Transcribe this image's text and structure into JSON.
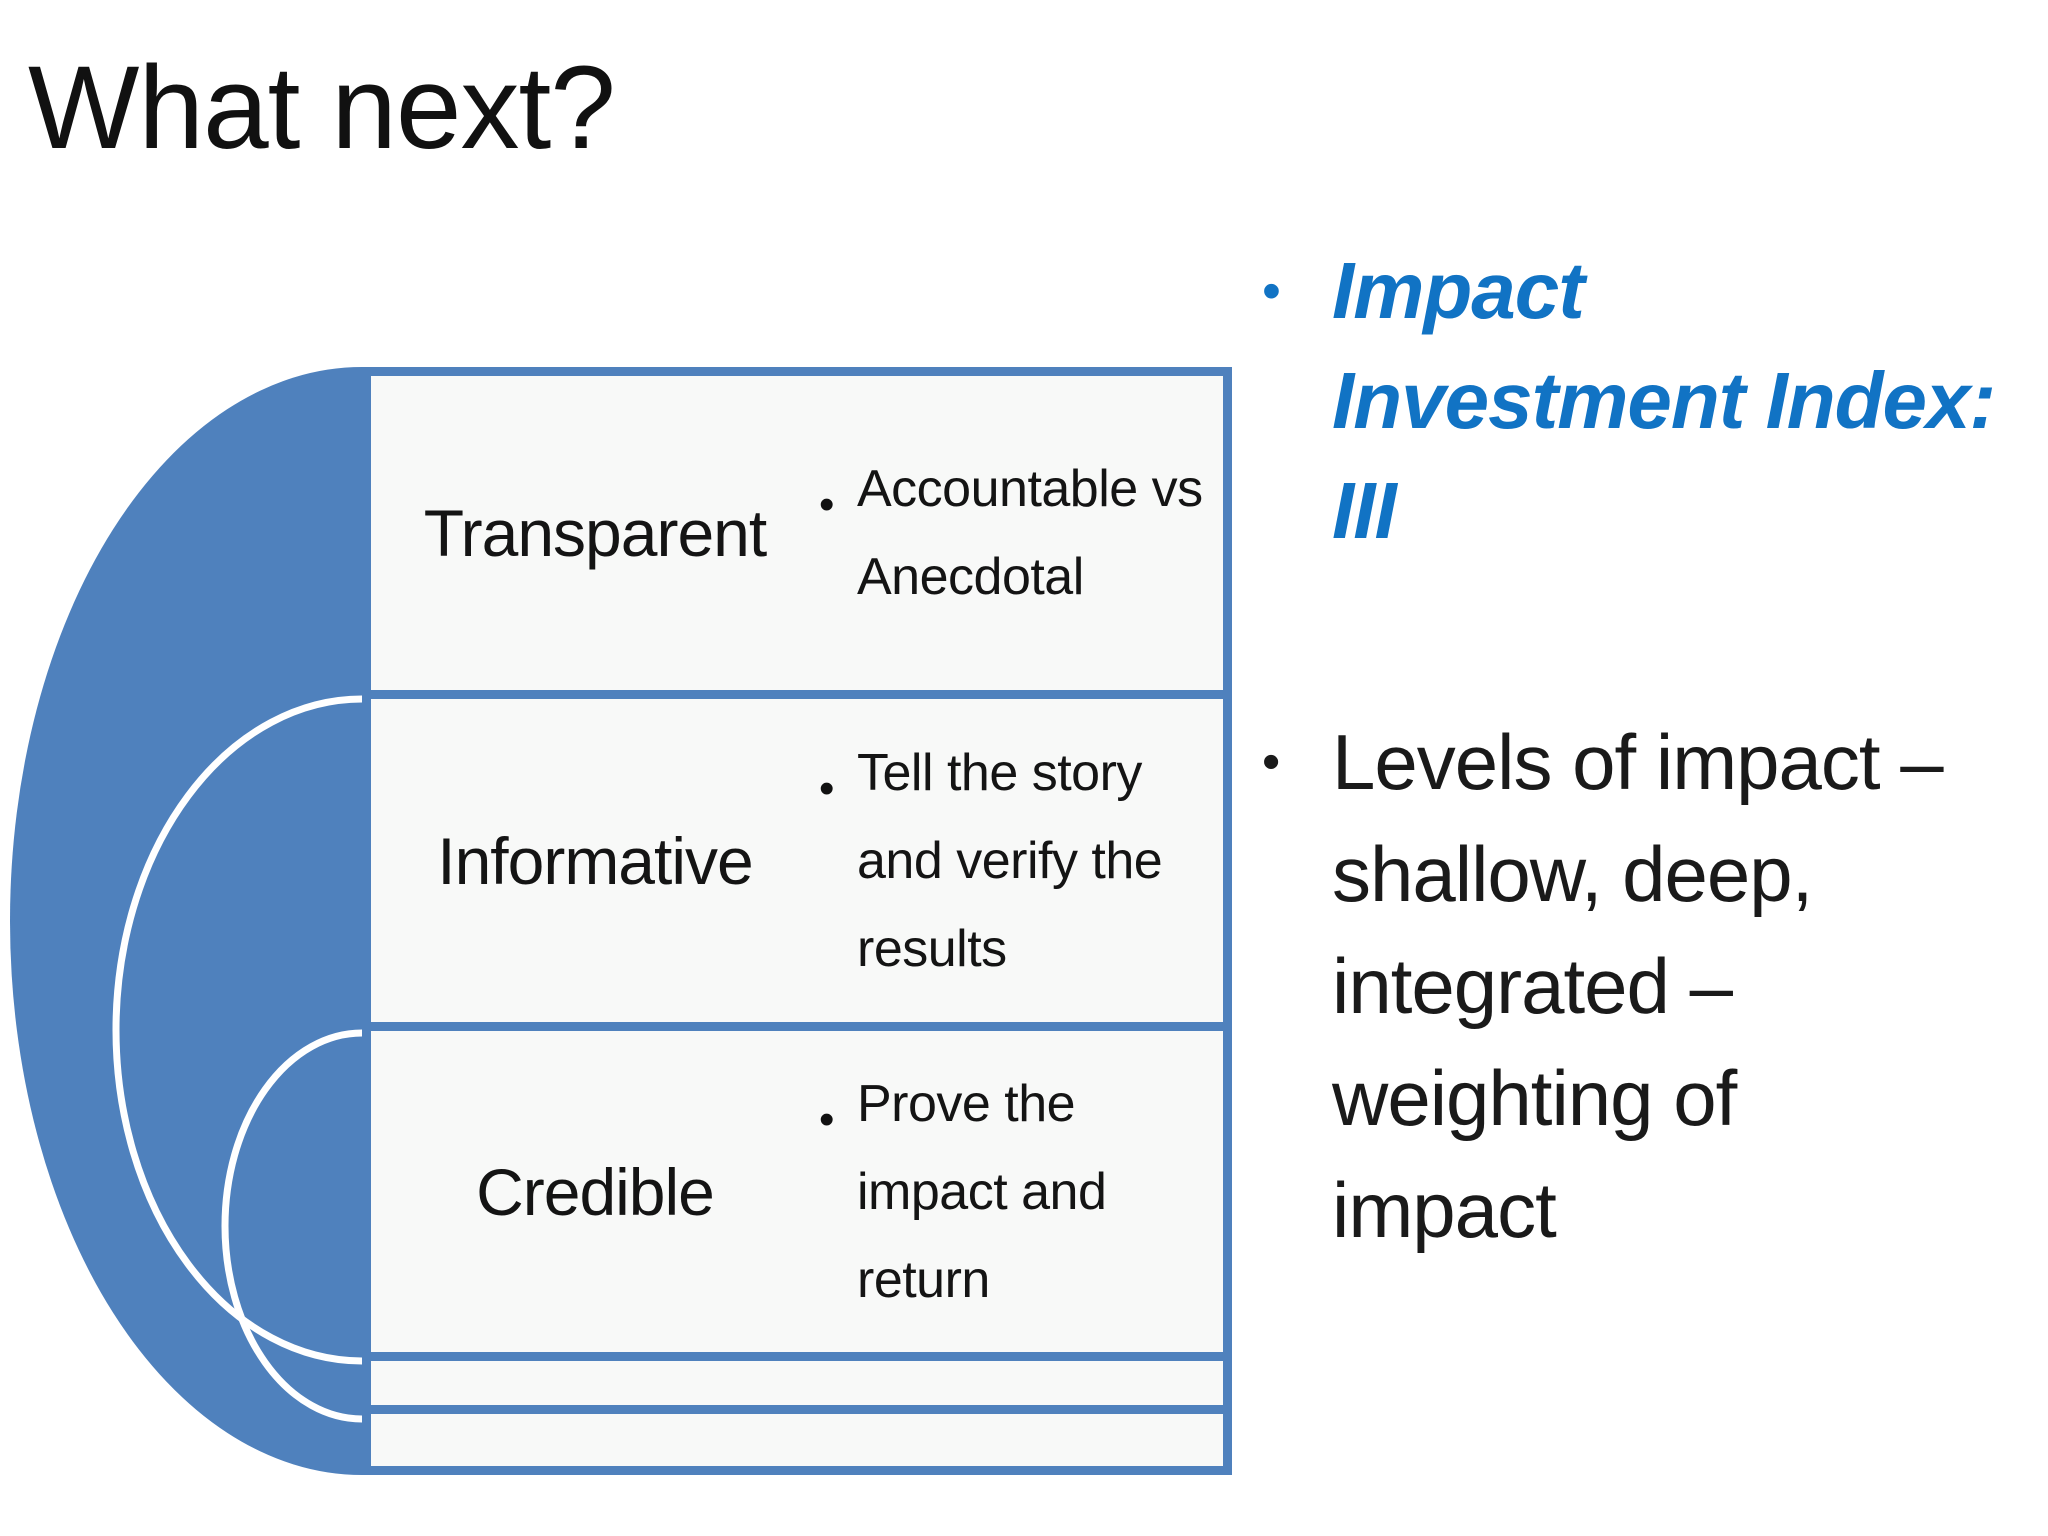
{
  "slide": {
    "title": "What next?",
    "diagram": {
      "bullet_glyph": "•",
      "rows": [
        {
          "label": "Transparent",
          "bullet": "Accountable vs\nAnecdotal"
        },
        {
          "label": "Informative",
          "bullet": "Tell the story\nand verify the\nresults"
        },
        {
          "label": "Credible",
          "bullet": "Prove the\nimpact and\nreturn"
        }
      ]
    },
    "bullets": [
      {
        "glyph": "•",
        "text": "Impact\nInvestment Index:\nIII"
      },
      {
        "glyph": "•",
        "text": "Levels of impact –\nshallow, deep,\nintegrated –\nweighting of\nimpact"
      }
    ]
  },
  "theme": {
    "accent_blue": "#4f81bd",
    "blue_text": "#1173c4",
    "row_fill": "#f8f9f8",
    "text_dark": "#1a1a1a",
    "arc_white": "#ffffff"
  }
}
